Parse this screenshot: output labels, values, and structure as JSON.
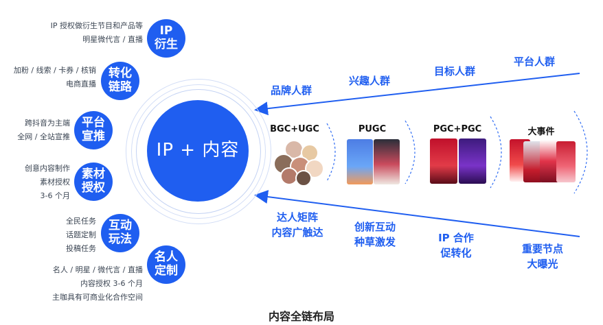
{
  "center": {
    "label": "IP + 内容"
  },
  "left_items": [
    {
      "circle": "IP 衍生",
      "lines": [
        "IP 授权做衍生节目和产品等",
        "明星微代言 / 直播"
      ]
    },
    {
      "circle": "转化 链路",
      "lines": [
        "加粉 / 线索 / 卡券 / 核销",
        "电商直播"
      ]
    },
    {
      "circle": "平台 宣推",
      "lines": [
        "跨抖音为主端",
        "全网 / 全站宣推"
      ]
    },
    {
      "circle": "素材 授权",
      "lines": [
        "创意内容制作",
        "素材授权",
        "3-6 个月"
      ]
    },
    {
      "circle": "互动 玩法",
      "lines": [
        "全民任务",
        "话题定制",
        "投稿任务"
      ]
    },
    {
      "circle": "名人 定制",
      "lines": [
        "名人 / 明星 / 微代言 / 直播",
        "内容授权 3-6 个月",
        "主咖具有可商业化合作空间"
      ]
    }
  ],
  "categories": [
    "BGC+UGC",
    "PUGC",
    "PGC+PGC",
    "大事件"
  ],
  "top_labels": [
    "品牌人群",
    "兴趣人群",
    "目标人群",
    "平台人群"
  ],
  "bottom_labels": [
    [
      "达人矩阵",
      "内容广触达"
    ],
    [
      "创新互动",
      "种草激发"
    ],
    [
      "IP 合作",
      "促转化"
    ],
    [
      "重要节点",
      "大曝光"
    ]
  ],
  "footer": "内容全链布局",
  "colors": {
    "accent": "#1f5ef0",
    "ring": "#d2ddf6"
  }
}
